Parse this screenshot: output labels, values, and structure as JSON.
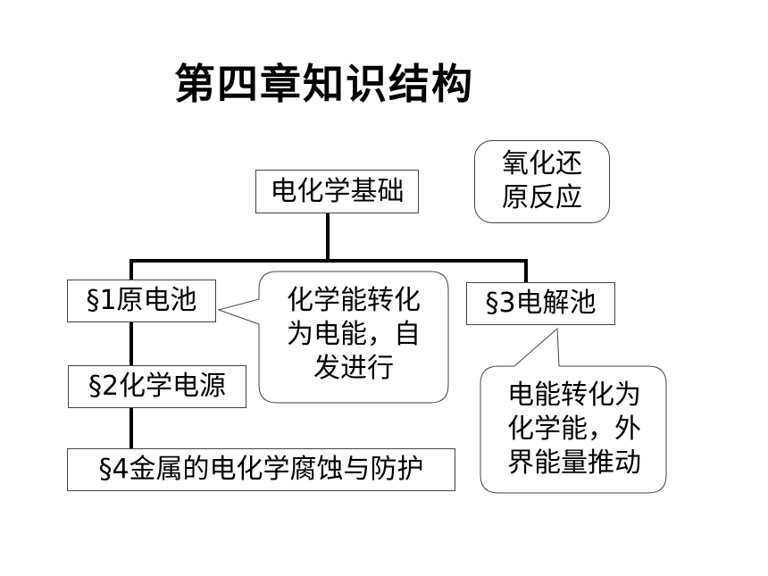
{
  "title": "第四章知识结构",
  "root": {
    "label": "电化学基础"
  },
  "note": {
    "lines": [
      "氧化还",
      "原反应"
    ]
  },
  "sections": {
    "s1": "§1原电池",
    "s2": "§2化学电源",
    "s3": "§3电解池",
    "s4": "§4金属的电化学腐蚀与防护"
  },
  "callouts": {
    "galvanic": {
      "lines": [
        "化学能转化",
        "为电能，自",
        "发进行"
      ]
    },
    "electrolytic": {
      "lines": [
        "电能转化为",
        "化学能，外",
        "界能量推动"
      ]
    }
  }
}
